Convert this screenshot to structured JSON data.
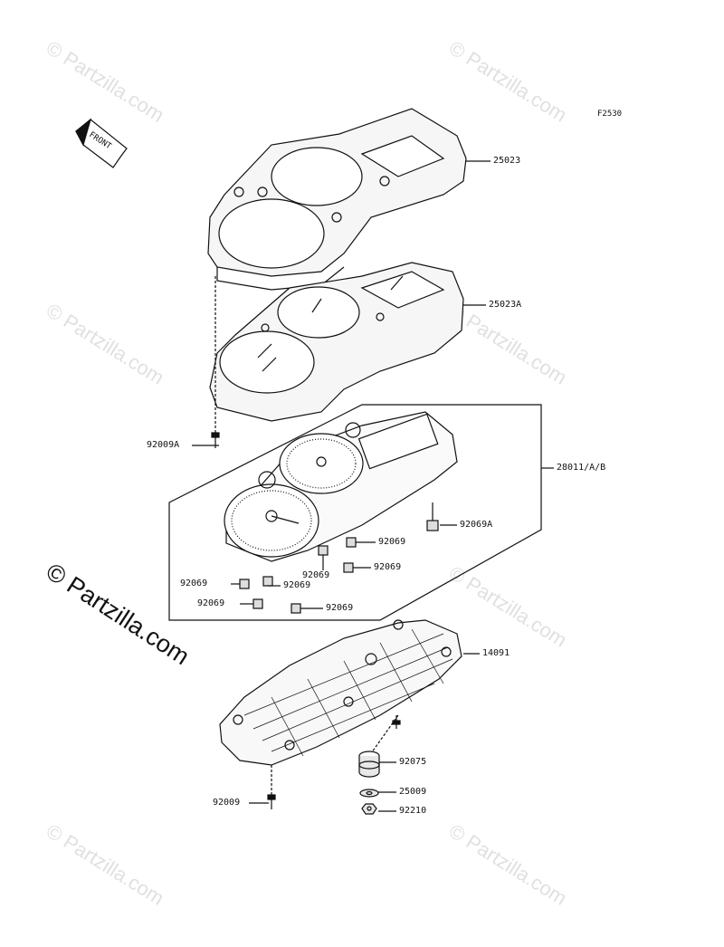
{
  "figure_code": "F2530",
  "front_arrow_text": "FRONT",
  "watermark_text": "© Partzilla.com",
  "watermark_big_text": "© Partzilla.com",
  "parts": [
    {
      "label": "25023"
    },
    {
      "label": "25023A"
    },
    {
      "label": "92009A"
    },
    {
      "label": "28011/A/B"
    },
    {
      "label": "92069A"
    },
    {
      "label": "92069"
    },
    {
      "label": "92069"
    },
    {
      "label": "92069"
    },
    {
      "label": "92069"
    },
    {
      "label": "92069"
    },
    {
      "label": "92069"
    },
    {
      "label": "92069"
    },
    {
      "label": "14091"
    },
    {
      "label": "92075"
    },
    {
      "label": "25009"
    },
    {
      "label": "92210"
    },
    {
      "label": "92009"
    }
  ]
}
